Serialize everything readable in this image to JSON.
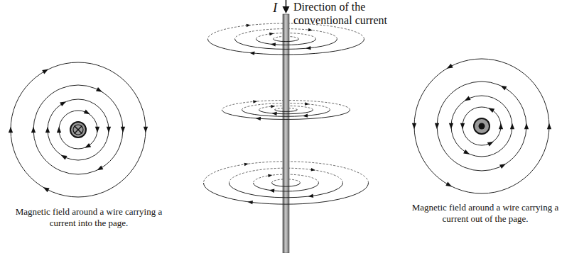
{
  "diagram": {
    "labels": [
      "I",
      "Direction of the conventional current",
      "Magnetic field around a wire carrying a current into the page.",
      "Magnetic field around a wire carrying a current out of the page."
    ]
  }
}
